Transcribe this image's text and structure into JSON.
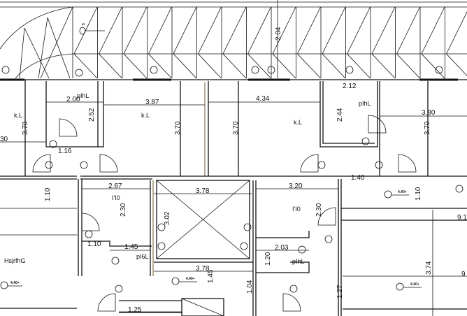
{
  "drawing": {
    "room_labels": {
      "kl_left": "k.L",
      "kl_center": "k.L",
      "kl_right": "k.L",
      "bath_left": "pIhL",
      "bath_right": "pIhL",
      "wc_left": "I'I0",
      "wc_right": "I'I0",
      "hall": "HsjrfhG",
      "small_bath_left": "pI6L",
      "small_bath_right": "pIhL"
    },
    "dimensions": {
      "d_200": "2.00",
      "d_387": "3.87",
      "d_434": "4.34",
      "d_212": "2.12",
      "d_380": "3.80",
      "d_370a": "3.70",
      "d_370b": "3.70",
      "d_370c": "3.70",
      "d_370d": "3.70",
      "d_252": "2.52",
      "d_244": "2.44",
      "d_30": "30",
      "d_116": "1.16",
      "d_140": "1.40",
      "d_267": "2.67",
      "d_378a": "3.78",
      "d_320": "3.20",
      "d_110a": "1.10",
      "d_110b": "1.10",
      "d_110c": "1.10",
      "d_230a": "2.30",
      "d_230b": "2.30",
      "d_302": "3.02",
      "d_145a": "1.45",
      "d_203": "2.03",
      "d_120": "1.20",
      "d_378b": "3.78",
      "d_145b": "1.45",
      "d_104": "1.04",
      "d_127": "1.27",
      "d_374": "3.74",
      "d_125": "1.25",
      "d_204": "2.04",
      "d_91": "9.1",
      "d_9": "9"
    },
    "level_marks": [
      "4.40+",
      "4.40+",
      "4.40+",
      "4.40+"
    ],
    "top_mark": "5",
    "colors": {
      "line": "#111111",
      "column": "#b9aa98",
      "background": "#ffffff"
    }
  }
}
